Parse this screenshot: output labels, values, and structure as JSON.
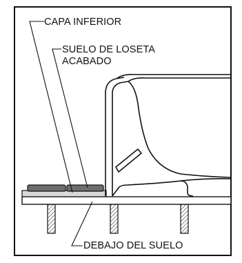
{
  "labels": {
    "lower_layer": "CAPA INFERIOR",
    "finished_tile_floor_line1": "SUELO DE LOSETA",
    "finished_tile_floor_line2": "ACABADO",
    "subfloor": "DEBAJO DEL SUELO"
  }
}
